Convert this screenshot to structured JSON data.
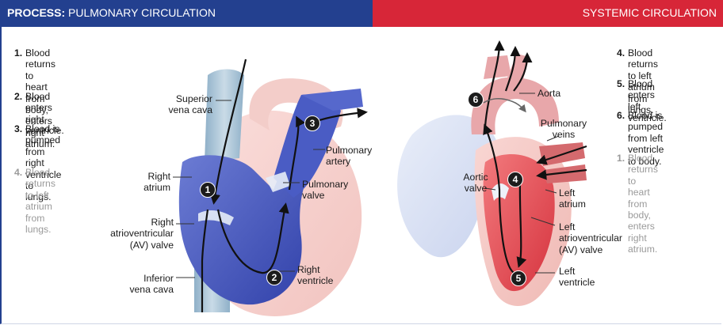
{
  "header": {
    "left_bold": "PROCESS:",
    "left_title": " PULMONARY CIRCULATION",
    "right_title": "SYSTEMIC CIRCULATION"
  },
  "left_steps": [
    {
      "num": "1.",
      "text": "Blood returns to\nheart from body,\nenters right atrium."
    },
    {
      "num": "2.",
      "text": "Blood enters\nright ventricle."
    },
    {
      "num": "3.",
      "text": "Blood is pumped\nfrom right ventricle\nto lungs."
    },
    {
      "num": "4.",
      "text": "Blood returns to left\natrium from lungs."
    }
  ],
  "right_steps": [
    {
      "num": "4.",
      "text": "Blood returns to left\natrium from lungs."
    },
    {
      "num": "5.",
      "text": "Blood enters left\nventricle."
    },
    {
      "num": "6.",
      "text": "Blood is pumped\nfrom left ventricle\nto body."
    },
    {
      "num": "1.",
      "text": "Blood returns to\nheart from body,\nenters right atrium."
    }
  ],
  "pulmonary_labels": {
    "superior_vena_cava": "Superior\nvena cava",
    "right_atrium": "Right\natrium",
    "right_av_valve": "Right\natrioventricular\n(AV) valve",
    "inferior_vena_cava": "Inferior\nvena cava",
    "pulmonary_artery": "Pulmonary\nartery",
    "pulmonary_valve": "Pulmonary\nvalve",
    "right_ventricle": "Right\nventricle"
  },
  "systemic_labels": {
    "aorta": "Aorta",
    "pulmonary_veins": "Pulmonary\nveins",
    "aortic_valve": "Aortic\nvalve",
    "left_atrium": "Left\natrium",
    "left_av_valve": "Left\natrioventricular\n(AV) valve",
    "left_ventricle": "Left\nventricle"
  },
  "badges": {
    "b1": "1",
    "b2": "2",
    "b3": "3",
    "b4": "4",
    "b5": "5",
    "b6": "6"
  },
  "colors": {
    "pulmonary_header": "#23408f",
    "systemic_header": "#d72638",
    "deoxygenated_blood": "#3a4fb8",
    "oxygenated_blood": "#e0404a"
  }
}
